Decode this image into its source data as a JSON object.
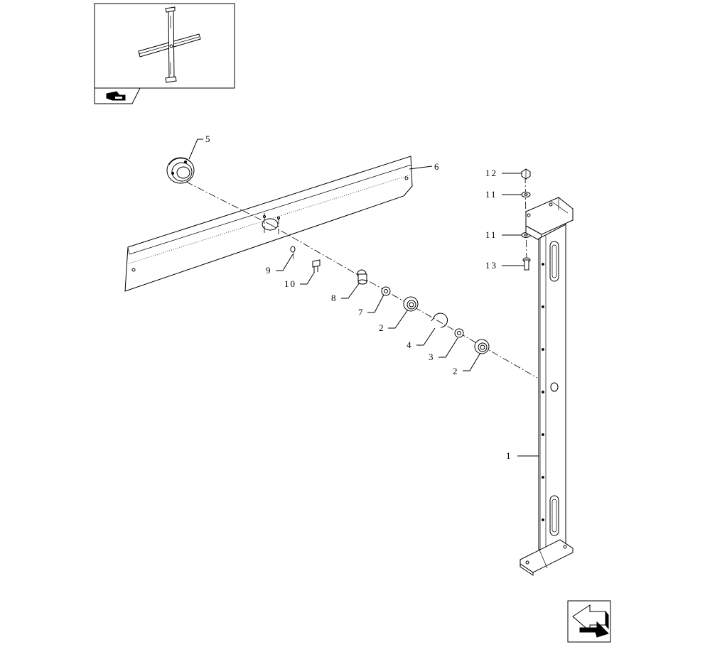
{
  "callouts": [
    {
      "id": "c1",
      "label": "1"
    },
    {
      "id": "c2a",
      "label": "2"
    },
    {
      "id": "c2b",
      "label": "2"
    },
    {
      "id": "c3",
      "label": "3"
    },
    {
      "id": "c4",
      "label": "4"
    },
    {
      "id": "c5",
      "label": "5"
    },
    {
      "id": "c6",
      "label": "6"
    },
    {
      "id": "c7",
      "label": "7"
    },
    {
      "id": "c8",
      "label": "8"
    },
    {
      "id": "c9",
      "label": "9"
    },
    {
      "id": "c10",
      "label": "10"
    },
    {
      "id": "c11a",
      "label": "11"
    },
    {
      "id": "c11b",
      "label": "11"
    },
    {
      "id": "c12",
      "label": "12"
    },
    {
      "id": "c13",
      "label": "13"
    }
  ],
  "icons": {
    "thumbnail_tab": "hand-pointer-icon",
    "nav_button": "back-arrow-icon"
  },
  "colors": {
    "ink": "#000000",
    "paper": "#ffffff"
  }
}
